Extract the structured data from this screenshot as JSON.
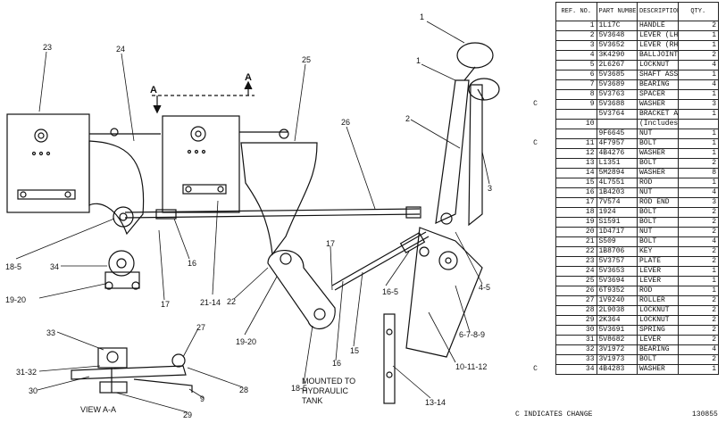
{
  "drawing": {
    "section_labels": [
      "A",
      "A"
    ],
    "view_label": "VIEW A-A",
    "note_lines": [
      "MOUNTED TO",
      "HYDRAULIC",
      "TANK"
    ],
    "callouts": [
      "1",
      "1",
      "2",
      "3",
      "4-5",
      "6-7-8-9",
      "10-11-12",
      "13-14",
      "15",
      "16",
      "16-5",
      "17",
      "17",
      "18-5",
      "18-5",
      "19-20",
      "19-20",
      "21-14",
      "22",
      "23",
      "24",
      "25",
      "26",
      "27",
      "28",
      "29",
      "30",
      "31-32",
      "33",
      "34",
      "16",
      "9"
    ]
  },
  "table": {
    "headers": {
      "ref": "REF. NO.",
      "part": "PART NUMBER",
      "description": "DESCRIPTION",
      "qty": "QTY."
    },
    "rows": [
      {
        "chg": "",
        "ref": "1",
        "part": "1L17C",
        "desc": "HANDLE",
        "qty": "2"
      },
      {
        "chg": "",
        "ref": "2",
        "part": "5V3648",
        "desc": "LEVER (LH)",
        "qty": "1"
      },
      {
        "chg": "",
        "ref": "3",
        "part": "5V3652",
        "desc": "LEVER (RH)",
        "qty": "1"
      },
      {
        "chg": "",
        "ref": "4",
        "part": "3K4290",
        "desc": "BALLJOINT ASSEM.",
        "qty": "2"
      },
      {
        "chg": "",
        "ref": "5",
        "part": "2L6267",
        "desc": "LOCKNUT",
        "qty": "4"
      },
      {
        "chg": "",
        "ref": "6",
        "part": "5V3685",
        "desc": "SHAFT ASSEM.",
        "qty": "1"
      },
      {
        "chg": "",
        "ref": "7",
        "part": "5V3689",
        "desc": "BEARING",
        "qty": "4"
      },
      {
        "chg": "",
        "ref": "8",
        "part": "5V3763",
        "desc": "SPACER",
        "qty": "1"
      },
      {
        "chg": "C",
        "ref": "9",
        "part": "5V3688",
        "desc": "WASHER",
        "qty": "3"
      },
      {
        "chg": "",
        "ref": "",
        "part": "5V3764",
        "desc": "BRACKET ASSEM.",
        "qty": "1"
      },
      {
        "chg": "",
        "ref": "10",
        "part": "",
        "desc": "(Includes)",
        "qty": ""
      },
      {
        "chg": "",
        "ref": "",
        "part": "9F6645",
        "desc": "NUT",
        "qty": "1"
      },
      {
        "chg": "C",
        "ref": "11",
        "part": "4F7957",
        "desc": "BOLT",
        "qty": "1"
      },
      {
        "chg": "",
        "ref": "12",
        "part": "4B4276",
        "desc": "WASHER",
        "qty": "1"
      },
      {
        "chg": "",
        "ref": "13",
        "part": "L1351",
        "desc": "BOLT",
        "qty": "2"
      },
      {
        "chg": "",
        "ref": "14",
        "part": "5M2894",
        "desc": "WASHER",
        "qty": "8"
      },
      {
        "chg": "",
        "ref": "15",
        "part": "4L7551",
        "desc": "ROD",
        "qty": "1"
      },
      {
        "chg": "",
        "ref": "16",
        "part": "1B4203",
        "desc": "NUT",
        "qty": "4"
      },
      {
        "chg": "",
        "ref": "17",
        "part": "7V574",
        "desc": "ROD END",
        "qty": "3"
      },
      {
        "chg": "",
        "ref": "18",
        "part": "1924",
        "desc": "BOLT",
        "qty": "2"
      },
      {
        "chg": "",
        "ref": "19",
        "part": "S1591",
        "desc": "BOLT",
        "qty": "2"
      },
      {
        "chg": "",
        "ref": "20",
        "part": "1D4717",
        "desc": "NUT",
        "qty": "2"
      },
      {
        "chg": "",
        "ref": "21",
        "part": "S509",
        "desc": "BOLT",
        "qty": "4"
      },
      {
        "chg": "",
        "ref": "22",
        "part": "1B8706",
        "desc": "KEY",
        "qty": "2"
      },
      {
        "chg": "",
        "ref": "23",
        "part": "5V3757",
        "desc": "PLATE",
        "qty": "2"
      },
      {
        "chg": "",
        "ref": "24",
        "part": "5V3653",
        "desc": "LEVER",
        "qty": "1"
      },
      {
        "chg": "",
        "ref": "25",
        "part": "5V3694",
        "desc": "LEVER",
        "qty": "1"
      },
      {
        "chg": "",
        "ref": "26",
        "part": "6T9352",
        "desc": "ROD",
        "qty": "1"
      },
      {
        "chg": "",
        "ref": "27",
        "part": "1V9240",
        "desc": "ROLLER",
        "qty": "2"
      },
      {
        "chg": "",
        "ref": "28",
        "part": "2L9038",
        "desc": "LOCKNUT",
        "qty": "2"
      },
      {
        "chg": "",
        "ref": "29",
        "part": "2K364",
        "desc": "LOCKNUT",
        "qty": "2"
      },
      {
        "chg": "",
        "ref": "30",
        "part": "5V3691",
        "desc": "SPRING",
        "qty": "2"
      },
      {
        "chg": "",
        "ref": "31",
        "part": "5V8682",
        "desc": "LEVER",
        "qty": "2"
      },
      {
        "chg": "",
        "ref": "32",
        "part": "3V1972",
        "desc": "BEARING",
        "qty": "4"
      },
      {
        "chg": "",
        "ref": "33",
        "part": "3V1973",
        "desc": "BOLT",
        "qty": "2"
      },
      {
        "chg": "C",
        "ref": "34",
        "part": "4B4283",
        "desc": "WASHER",
        "qty": "1"
      }
    ]
  },
  "footer_note": "C INDICATES CHANGE",
  "doc_number": "130855"
}
